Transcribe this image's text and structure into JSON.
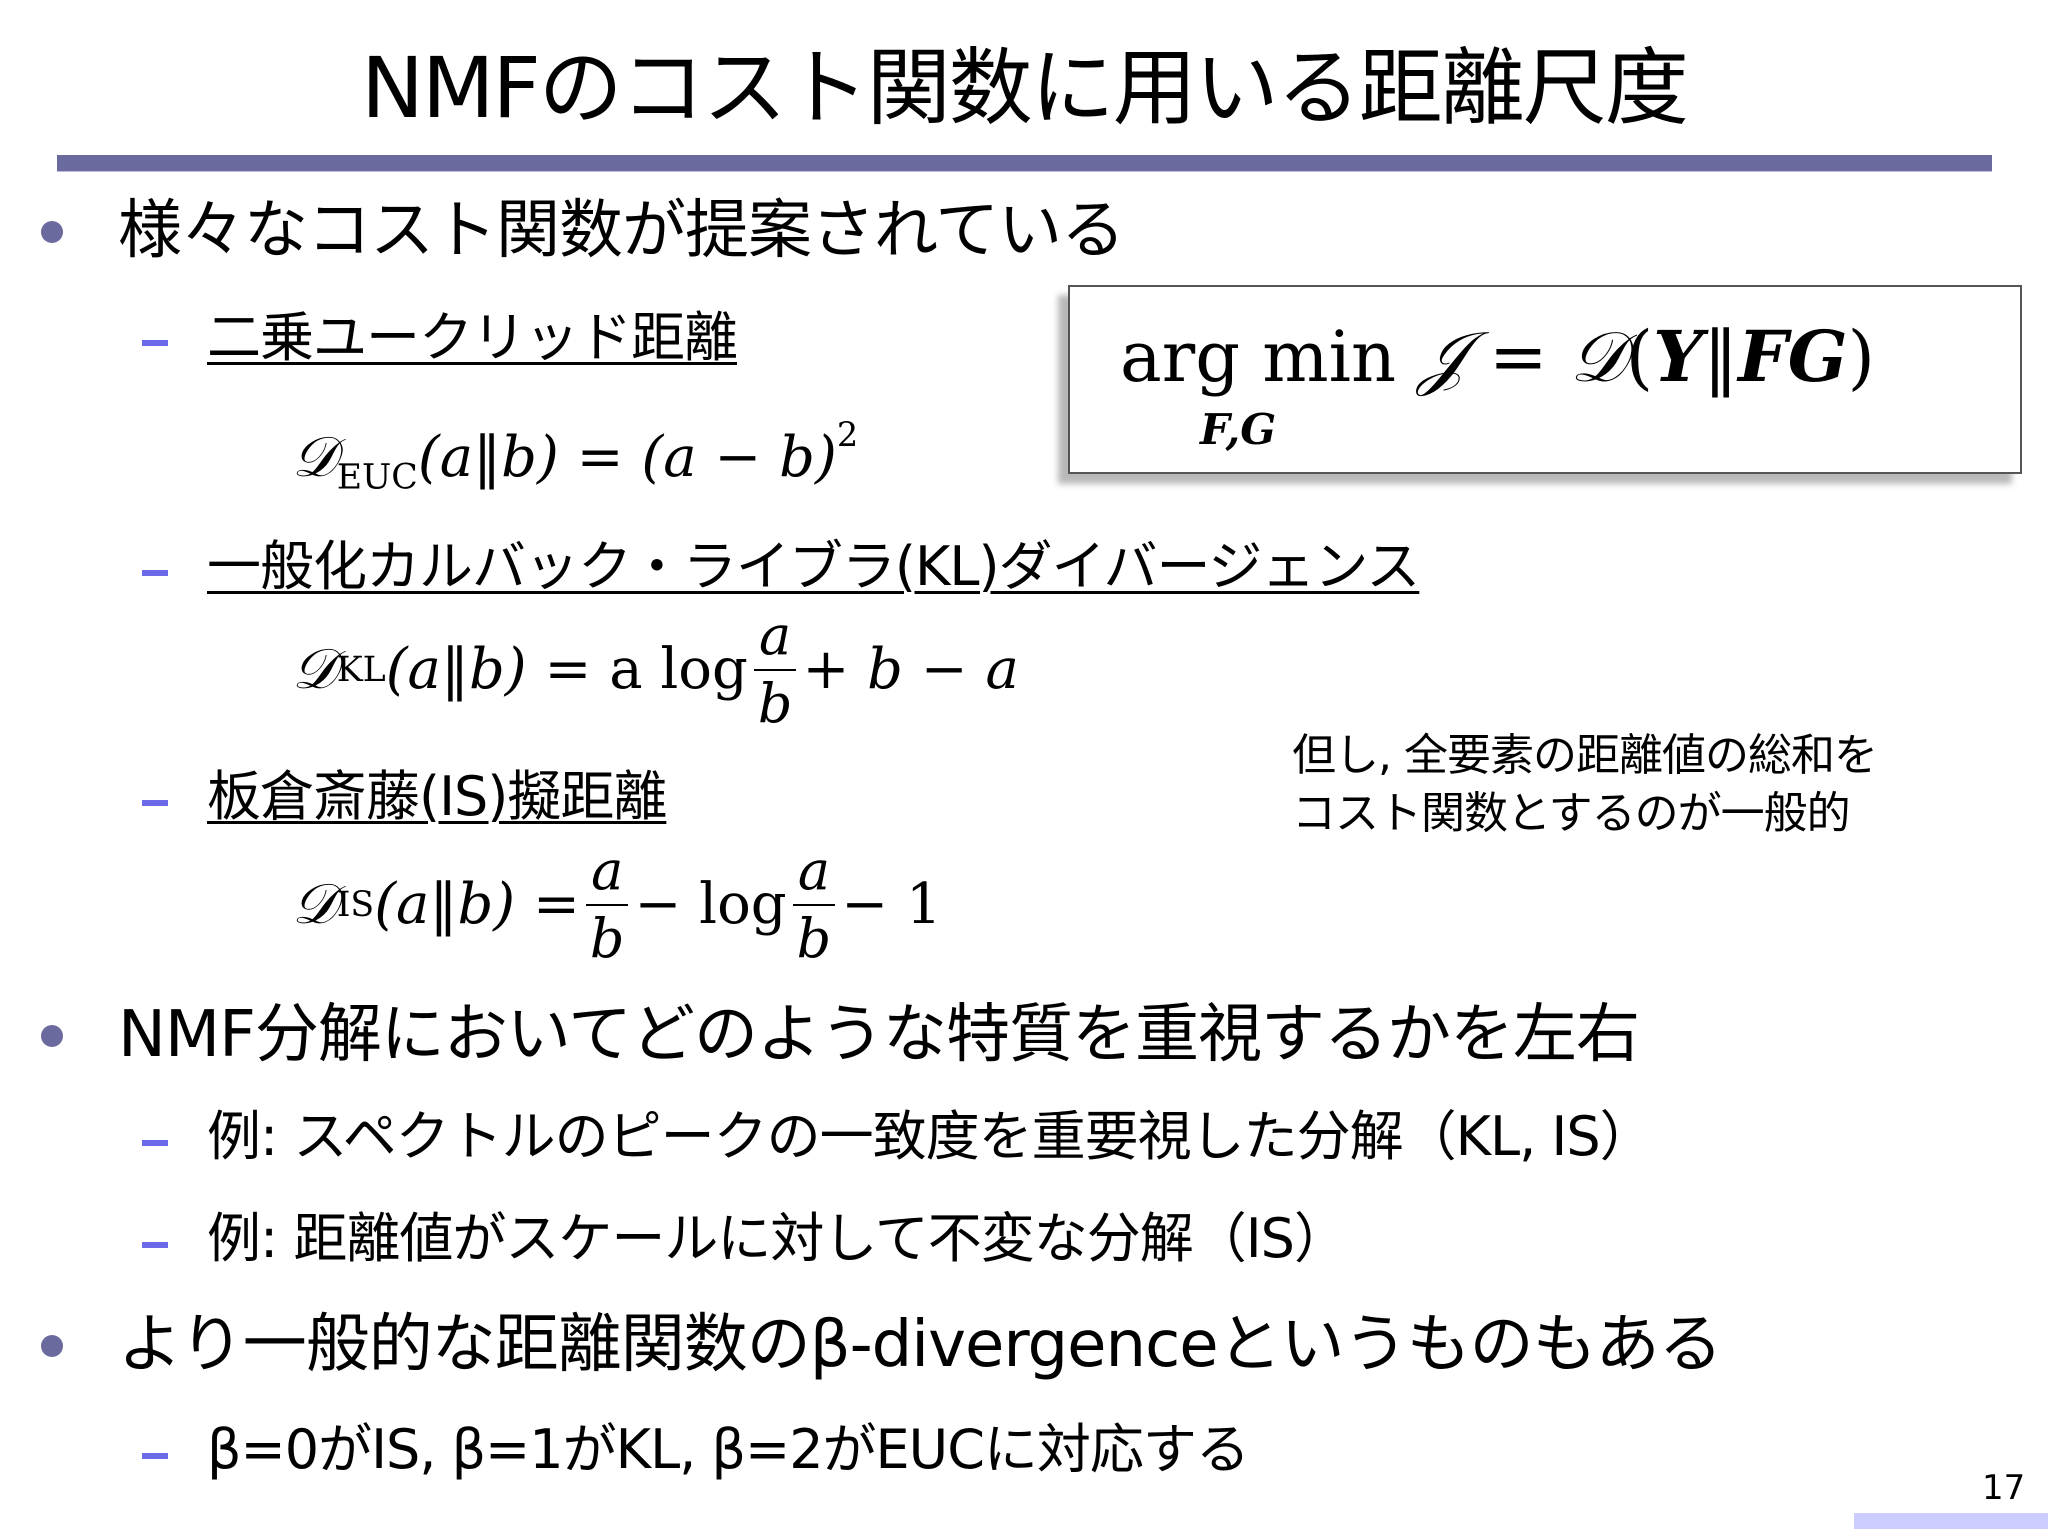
{
  "slide": {
    "title": "NMFのコスト関数に用いる距離尺度",
    "page_number": "17",
    "colors": {
      "title_bar": "#6a6a9e",
      "bullet": "#6a6a9e",
      "dash": "#6b6bea",
      "footer_bar": "#ccccff"
    }
  },
  "objective_box": {
    "arg": "arg",
    "min": "min",
    "J": "𝒥",
    "equals": "=",
    "D": "𝒟",
    "open": "(",
    "Y": "Y",
    "norm": "‖",
    "FG": "FG",
    "close": ")",
    "under": "F,G"
  },
  "bullets": [
    {
      "text": "様々なコスト関数が提案されている",
      "subs": [
        {
          "label": "二乗ユークリッド距離",
          "formula": {
            "D": "𝒟",
            "sub": "EUC",
            "lhs": "(a‖b)",
            "eq": "=",
            "rhs": "(a − b)",
            "sup": "2"
          }
        },
        {
          "label": "一般化カルバック・ライブラ(KL)ダイバージェンス",
          "formula": {
            "D": "𝒟",
            "sub": "KL",
            "lhs": "(a‖b)",
            "eq": "=",
            "pre": "a log",
            "num": "a",
            "den": "b",
            "post": "+ b − a"
          }
        },
        {
          "label": "板倉斎藤(IS)擬距離",
          "formula": {
            "D": "𝒟",
            "sub": "IS",
            "lhs": "(a‖b)",
            "eq": "=",
            "num1": "a",
            "den1": "b",
            "mid": "− log",
            "num2": "a",
            "den2": "b",
            "post": "− 1"
          }
        }
      ]
    },
    {
      "text": "NMF分解においてどのような特質を重視するかを左右",
      "subs": [
        {
          "label": "例: スペクトルのピークの一致度を重要視した分解（KL, IS）"
        },
        {
          "label": "例: 距離値がスケールに対して不変な分解（IS）"
        }
      ]
    },
    {
      "text": "より一般的な距離関数のβ-divergenceというものもある",
      "subs": [
        {
          "label": "β=0がIS, β=1がKL, β=2がEUCに対応する"
        }
      ]
    }
  ],
  "note": {
    "line1": "但し, 全要素の距離値の総和を",
    "line2": "コスト関数とするのが一般的"
  }
}
